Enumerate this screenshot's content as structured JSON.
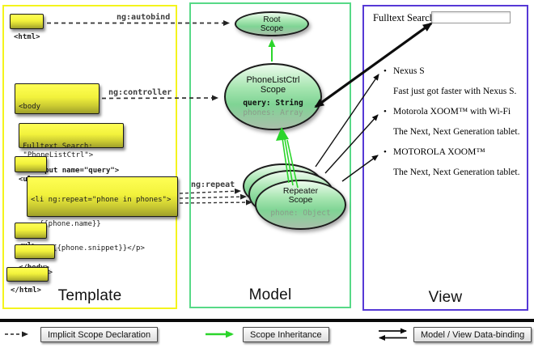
{
  "diagram": {
    "panels": {
      "template": {
        "label": "Template"
      },
      "model": {
        "label": "Model"
      },
      "view": {
        "label": "View"
      }
    },
    "template_code": {
      "html_open": "<html>",
      "body_open": {
        "l1": "<body",
        "l2": " ng:controller=",
        "l3": " \"PhoneListCtrl\">"
      },
      "fulltext": {
        "l1": "Fulltext Search:",
        "l2": "  <input name=\"query\">"
      },
      "ul_open": "<ul>",
      "li": {
        "l1": "<li ng:repeat=\"phone in phones\">",
        "l2": "  {{phone.name}}",
        "l3": "  <p>{{phone.snippet}}</p>",
        "l4": "</li>"
      },
      "ul_close": "<ul>",
      "body_close": "</body>",
      "html_close": "</html>"
    },
    "edges": {
      "autobind": "ng:autobind",
      "controller": "ng:controller",
      "repeat": "ng:repeat"
    },
    "scopes": {
      "root": {
        "l1": "Root",
        "l2": "Scope"
      },
      "phonelist": {
        "l1": "PhoneListCtrl",
        "l2": "Scope",
        "query": "query: String",
        "phones": "phones: Array"
      },
      "repeater": {
        "l1": "Repeater",
        "l2": "Scope",
        "phone": "phone: Object"
      }
    },
    "view": {
      "search_label": "Fulltext Search:",
      "search_value": "",
      "items": [
        {
          "title": "Nexus S",
          "desc": "Fast just got faster with Nexus S."
        },
        {
          "title": "Motorola XOOM™ with Wi-Fi",
          "desc": "The Next, Next Generation tablet."
        },
        {
          "title": "MOTOROLA XOOM™",
          "desc": "The Next, Next Generation tablet."
        }
      ]
    },
    "legend": {
      "implicit": "Implicit Scope Declaration",
      "inheritance": "Scope Inheritance",
      "binding": "Model / View Data-binding"
    },
    "colors": {
      "template_border": "#f4f41c",
      "model_border": "#57d987",
      "view_border": "#5639d6",
      "inheritance_green": "#2bd52b"
    }
  }
}
